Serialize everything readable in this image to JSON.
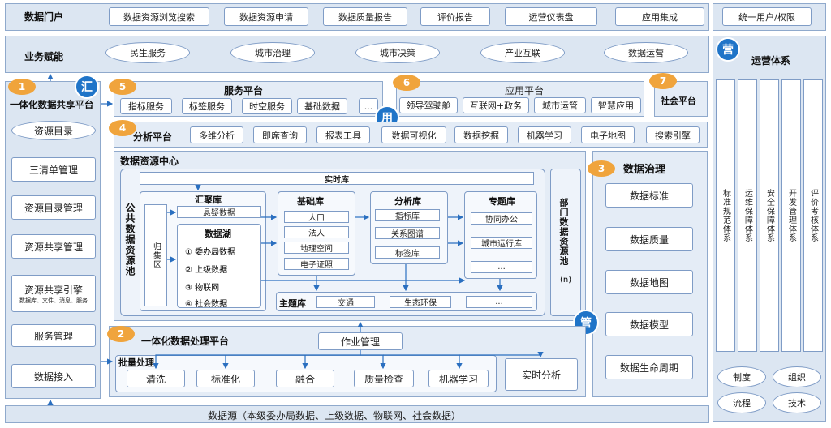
{
  "portal": {
    "title": "数据门户",
    "items": [
      "数据资源浏览搜索",
      "数据资源申请",
      "数据质量报告",
      "评价报告",
      "运营仪表盘",
      "应用集成",
      "统一用户/权限"
    ]
  },
  "business": {
    "title": "业务赋能",
    "items": [
      "民生服务",
      "城市治理",
      "城市决策",
      "产业互联",
      "数据运营"
    ]
  },
  "badges": {
    "n1": "1",
    "n2": "2",
    "n3": "3",
    "n4": "4",
    "n5": "5",
    "n6": "6",
    "n7": "7",
    "hui": "汇",
    "yong": "用",
    "guan": "管",
    "ying": "营"
  },
  "sharing_platform": {
    "title": "一体化数据共享平台",
    "items": [
      "资源目录",
      "三清单管理",
      "资源目录管理",
      "资源共享管理",
      "资源共享引擎",
      "服务管理",
      "数据接入"
    ],
    "engine_sub": "数据库、文件、消息、服务"
  },
  "service_platform": {
    "title": "服务平台",
    "items": [
      "指标服务",
      "标签服务",
      "时空服务",
      "基础数据",
      "..."
    ]
  },
  "app_platform": {
    "title": "应用平台",
    "items": [
      "领导驾驶舱",
      "互联网+政务",
      "城市运管",
      "智慧应用"
    ]
  },
  "social_platform": {
    "title": "社会平台"
  },
  "analysis_platform": {
    "title": "分析平台",
    "items": [
      "多维分析",
      "即席查询",
      "报表工具",
      "数据可视化",
      "数据挖掘",
      "机器学习",
      "电子地图",
      "搜索引擎"
    ]
  },
  "resource_center": {
    "title": "数据资源中心",
    "realtime": "实时库",
    "public_pool": "公共数据资源池",
    "gather": {
      "title": "汇聚库",
      "suspect": "悬疑数据",
      "collect": "归集区"
    },
    "lake": {
      "title": "数据湖",
      "items": [
        "① 委办局数据",
        "② 上级数据",
        "③ 物联网",
        "④ 社会数据"
      ]
    },
    "base": {
      "title": "基础库",
      "items": [
        "人口",
        "法人",
        "地理空间",
        "电子证照"
      ]
    },
    "analysis": {
      "title": "分析库",
      "items": [
        "指标库",
        "关系图谱",
        "标签库"
      ]
    },
    "topic": {
      "title": "专题库",
      "items": [
        "协同办公",
        "城市运行库",
        "..."
      ]
    },
    "theme": {
      "title": "主题库",
      "items": [
        "交通",
        "生态环保",
        "..."
      ]
    },
    "dept_pool": "部门数据资源池",
    "dept_pool_n": "(n)"
  },
  "governance": {
    "title": "数据治理",
    "items": [
      "数据标准",
      "数据质量",
      "数据地图",
      "数据模型",
      "数据生命周期"
    ]
  },
  "processing": {
    "title": "一体化数据处理平台",
    "job": "作业管理",
    "batch": "批量处理",
    "items": [
      "清洗",
      "标准化",
      "融合",
      "质量检查",
      "机器学习"
    ],
    "realtime": "实时分析"
  },
  "operation": {
    "title": "运营体系",
    "columns": [
      "标准规范体系",
      "运维保障体系",
      "安全保障体系",
      "开发管理体系",
      "评价考核体系"
    ],
    "ovals": [
      "制度",
      "组织",
      "流程",
      "技术"
    ]
  },
  "datasource": "数据源（本级委办局数据、上级数据、物联网、社会数据）"
}
